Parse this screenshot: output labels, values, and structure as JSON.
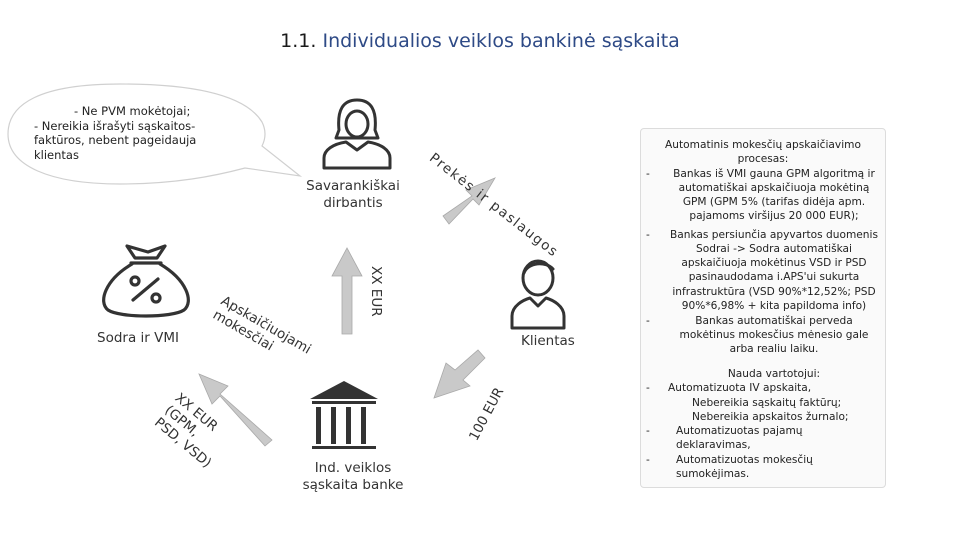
{
  "title": {
    "number": "1.1.",
    "text": "Individualios veiklos bankinė sąskaita"
  },
  "speech_bubble": {
    "lines": [
      "- Ne PVM mokėtojai;",
      "- Nereikia išrašyti sąskaitos-",
      "faktūros, nebent pageidauja",
      "klientas"
    ]
  },
  "nodes": {
    "self_employed": "Savarankiškai dirbantis",
    "sodra": "Sodra ir VMI",
    "client": "Klientas",
    "bank": "Ind. veiklos sąskaita banke"
  },
  "flows": {
    "goods_services": "Prekės ir paslaugos",
    "to_self": "XX EUR",
    "auto_taxes": "Apskaičiuojami mokesčiai",
    "to_sodra": "XX EUR (GPM, PSD, VSD)",
    "from_client": "100 EUR"
  },
  "auto_panel": {
    "title": "Automatinis mokesčių apskaičiavimo procesas:",
    "items": [
      "Bankas iš VMI gauna GPM algoritmą ir automatiškai apskaičiuoja mokėtiną GPM (GPM 5% (tarifas didėja apm. pajamoms viršijus 20 000 EUR);",
      "Bankas persiunčia apyvartos duomenis Sodrai -> Sodra automatiškai apskaičiuoja mokėtinus VSD ir PSD pasinaudodama i.APS'ui sukurta infrastruktūra (VSD 90%*12,52%; PSD 90%*6,98% + kita papildoma info)",
      "Bankas automatiškai perveda mokėtinus mokesčius mėnesio gale arba realiu laiku."
    ]
  },
  "benefit_panel": {
    "title": "Nauda vartotojui:",
    "items": [
      "Automatizuota IV apskaita,",
      "Nebereikia sąskaitų faktūrų;",
      "Nebereikia apskaitos žurnalo;",
      "Automatizuotas pajamų deklaravimas,",
      "Automatizuotas mokesčių sumokėjimas."
    ]
  },
  "colors": {
    "title_accent": "#2e4a86",
    "icon": "#333333",
    "arrow": "#c9c9c9"
  },
  "icons": [
    "person-woman-icon",
    "person-man-icon",
    "money-bag-percent-icon",
    "bank-building-icon"
  ]
}
